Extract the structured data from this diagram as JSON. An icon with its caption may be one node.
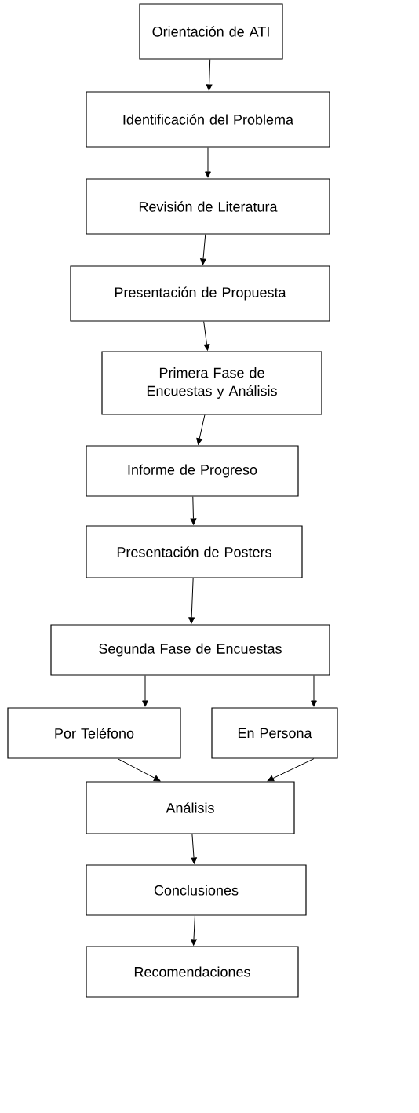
{
  "diagram": {
    "nodes": [
      {
        "text": [
          "Orientación de ATI"
        ]
      },
      {
        "text": [
          "Identificación del Problema"
        ]
      },
      {
        "text": [
          "Revisión de Literatura"
        ]
      },
      {
        "text": [
          "Presentación de Propuesta"
        ]
      },
      {
        "text": [
          "Primera Fase de Encuestas y Análisis"
        ]
      },
      {
        "text": [
          "Informe de Progreso"
        ]
      },
      {
        "text": [
          "Presentación de Posters"
        ]
      },
      {
        "text": [
          "Segunda Fase de Encuestas"
        ]
      },
      {
        "text": [
          "Por Teléfono"
        ]
      },
      {
        "text": [
          "En Persona"
        ]
      },
      {
        "text": [
          "Análisis"
        ]
      },
      {
        "text": [
          "Conclusiones"
        ]
      },
      {
        "text": [
          "Recomendaciones"
        ]
      }
    ],
    "edges": [
      {
        "from": 0,
        "to": 1,
        "arrow": "to"
      },
      {
        "from": 1,
        "to": 2,
        "arrow": "to"
      },
      {
        "from": 2,
        "to": 3,
        "arrow": "to"
      },
      {
        "from": 3,
        "to": 4,
        "arrow": "to"
      },
      {
        "from": 4,
        "to": 5,
        "arrow": "to"
      },
      {
        "from": 5,
        "to": 6,
        "arrow": "to"
      },
      {
        "from": 6,
        "to": 7,
        "arrow": "to"
      },
      {
        "from": 7,
        "to": 8,
        "arrow": "to"
      },
      {
        "from": 7,
        "to": 9,
        "arrow": "to"
      },
      {
        "from": 8,
        "to": 10,
        "arrow": "to"
      },
      {
        "from": 9,
        "to": 10,
        "arrow": "to"
      },
      {
        "from": 10,
        "to": 11,
        "arrow": "to"
      },
      {
        "from": 11,
        "to": 12,
        "arrow": "to"
      }
    ]
  }
}
